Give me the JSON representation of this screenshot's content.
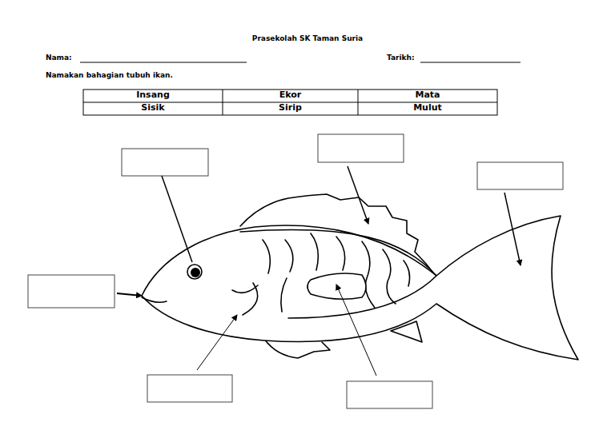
{
  "diagram": {
    "title": "Prasekolah SK Taman Suria",
    "labels": [
      "Nama:",
      "Tarikh:",
      "Namakan bahagian tubuh ikan.",
      "Insang",
      "Ekor",
      "Mata",
      "Sisik",
      "Sirip",
      "Mulut"
    ]
  }
}
